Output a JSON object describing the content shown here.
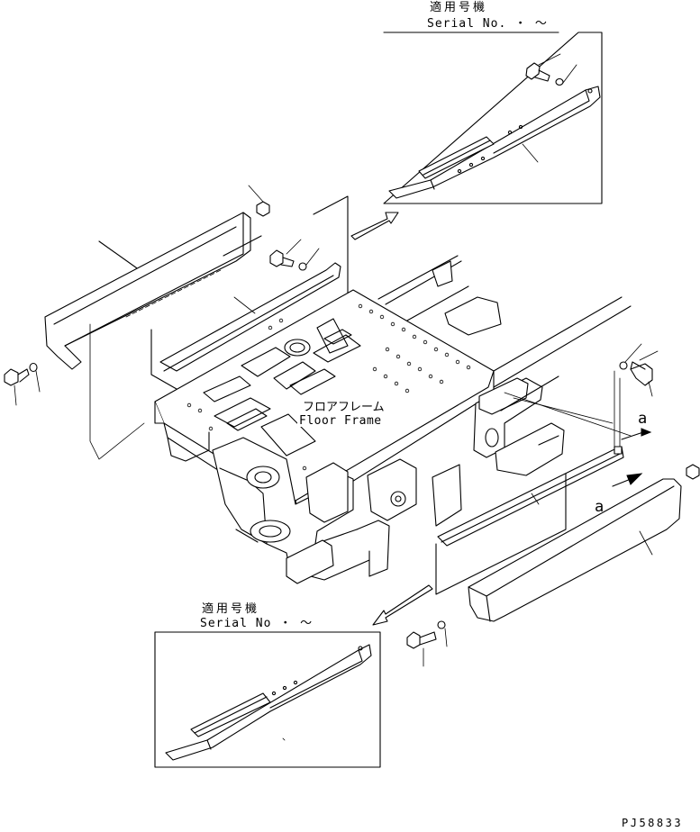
{
  "top_inset": {
    "title": "適用号機",
    "serial": "Serial No.  ・ ～"
  },
  "bottom_inset": {
    "title": "適用号機",
    "serial": "Serial No  ・ ～"
  },
  "center_label": {
    "jp": "フロアフレーム",
    "en": "Floor Frame"
  },
  "view_marks": {
    "mark_a1": "a",
    "mark_a2": "a"
  },
  "drawing_number": "PJ58833"
}
